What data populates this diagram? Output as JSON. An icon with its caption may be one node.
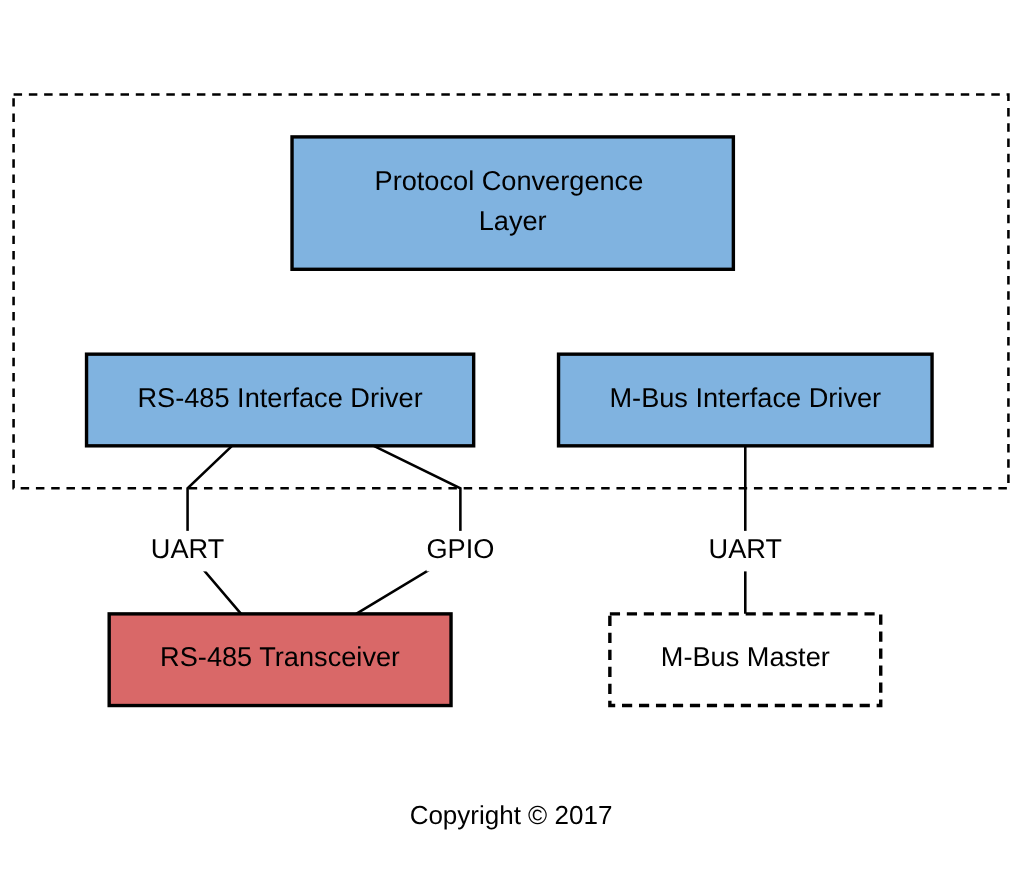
{
  "diagram": {
    "nodes": [
      {
        "text": [],
        "shape": "box"
      },
      {
        "text": [
          "Protocol Convergence Layer"
        ],
        "in": 0
      },
      {
        "text": [
          "RS-485 Interface Driver"
        ],
        "in": 0
      },
      {
        "text": [
          "M-Bus Interface Driver"
        ],
        "in": 0
      },
      {
        "text": [
          "RS-485 Transceiver"
        ]
      },
      {
        "text": [
          "M-Bus Master"
        ]
      }
    ],
    "edges": [
      {
        "from": 2,
        "to": 4,
        "arrow": "none",
        "label": "UART"
      },
      {
        "from": 2,
        "to": 4,
        "arrow": "none",
        "label": "GPIO"
      },
      {
        "from": 3,
        "to": 5,
        "arrow": "none",
        "label": "UART"
      }
    ],
    "labels": [
      "Copyright © 2017"
    ]
  }
}
